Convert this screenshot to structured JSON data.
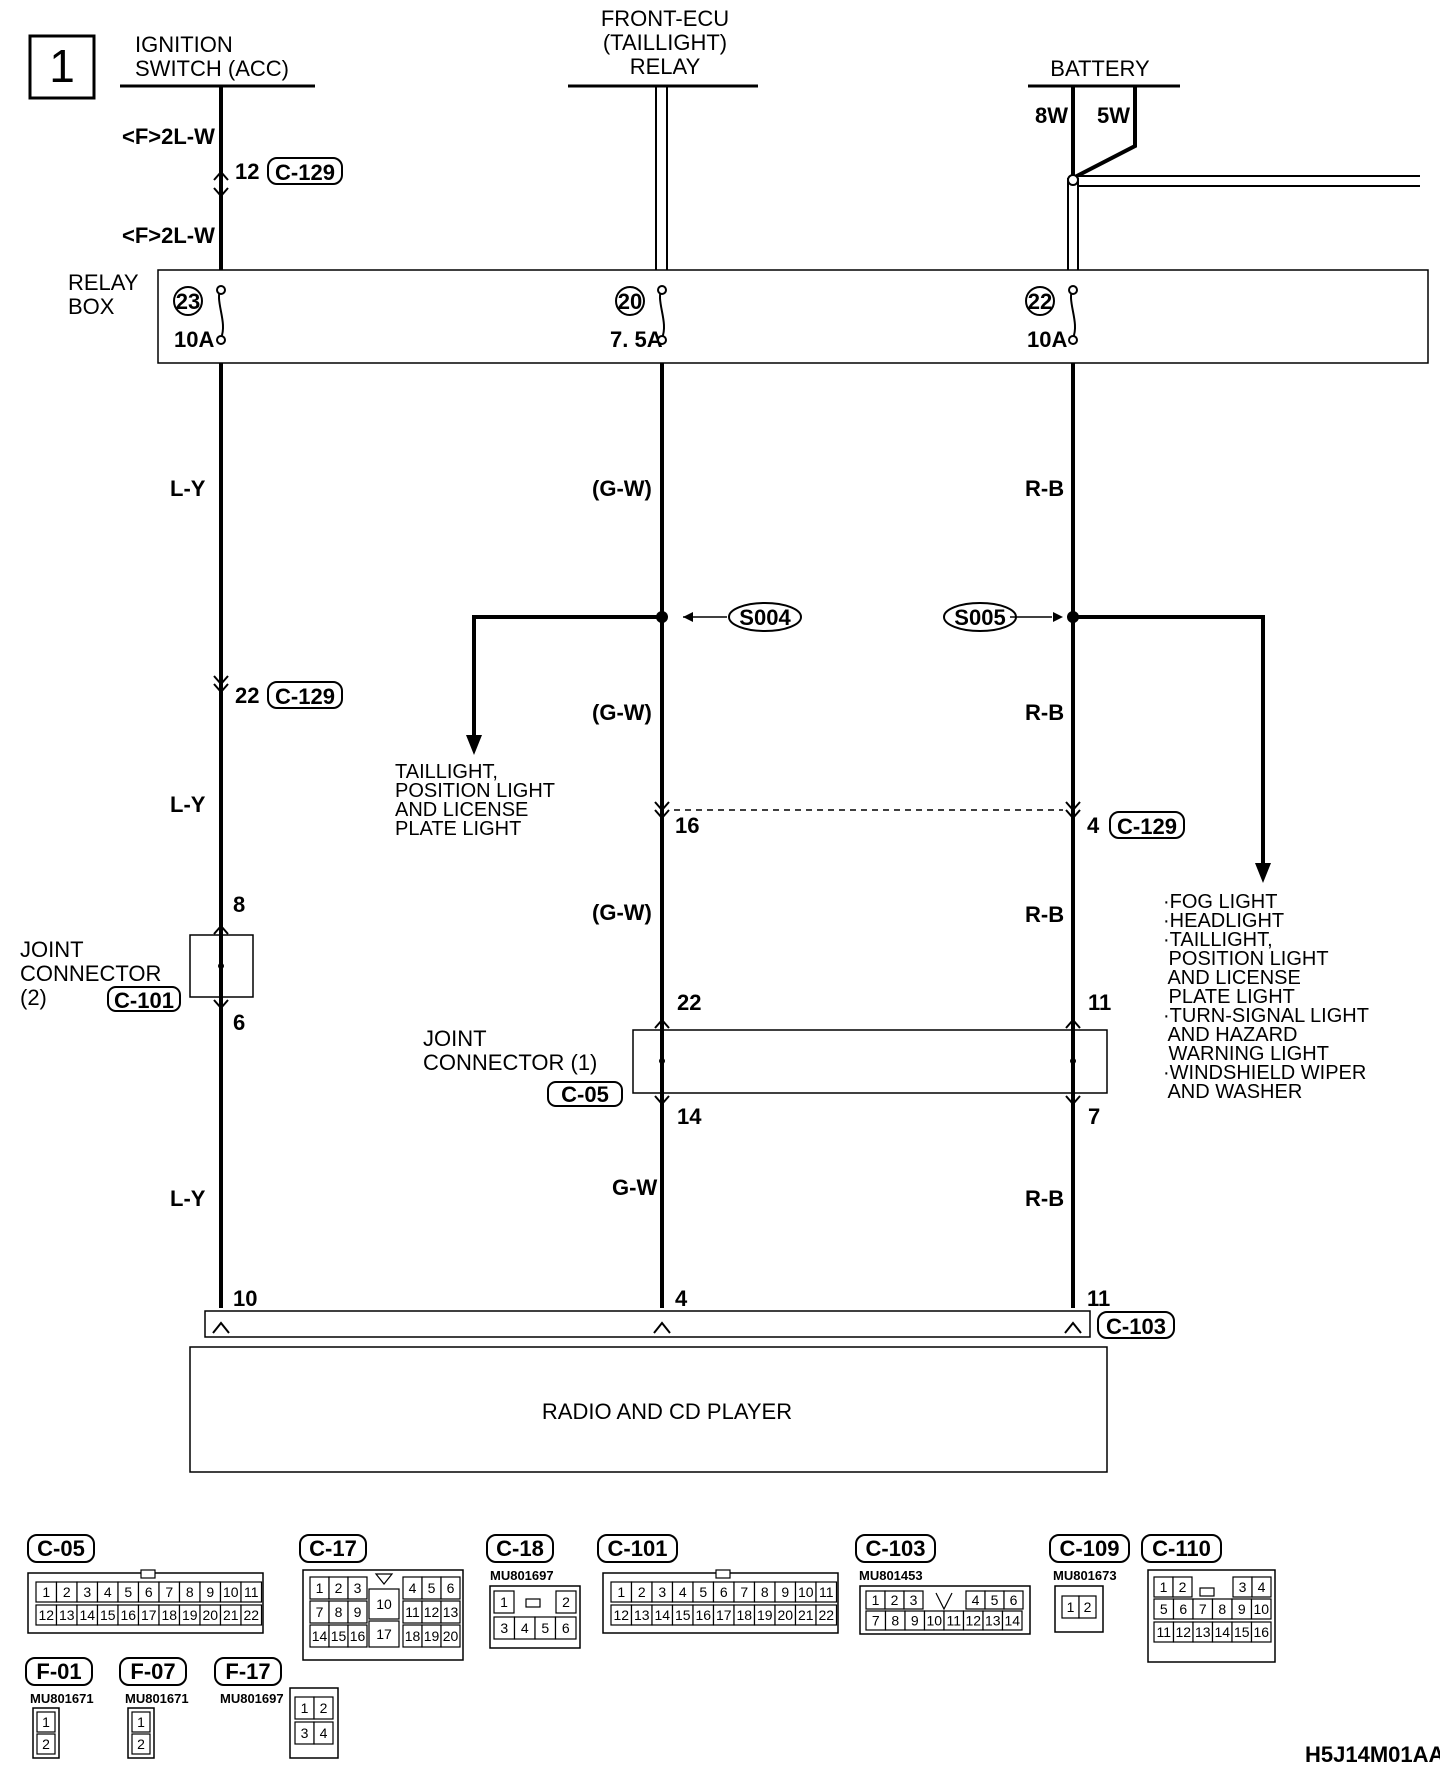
{
  "page_number": "1",
  "sources": {
    "ignition": [
      "IGNITION",
      "SWITCH (ACC)"
    ],
    "relay": [
      "FRONT-ECU",
      "(TAILLIGHT)",
      "RELAY"
    ],
    "battery": "BATTERY",
    "battery_wires": [
      "8W",
      "5W"
    ]
  },
  "wire_codes": {
    "ign_top1": "<F>2L-W",
    "ign_top2": "<F>2L-W",
    "ly_1": "L-Y",
    "ly_2": "L-Y",
    "ly_3": "L-Y",
    "gw_1": "(G-W)",
    "gw_2": "(G-W)",
    "gw_3": "(G-W)",
    "gw_4": "G-W",
    "rb_1": "R-B",
    "rb_2": "R-B",
    "rb_3": "R-B",
    "rb_4": "R-B"
  },
  "relay_box": {
    "label": [
      "RELAY",
      "BOX"
    ],
    "fuses": [
      {
        "num": "23",
        "rating": "10A"
      },
      {
        "num": "20",
        "rating": "7. 5A"
      },
      {
        "num": "22",
        "rating": "10A"
      }
    ]
  },
  "pins": {
    "c129_top": "12",
    "c129_ly": "22",
    "c129_gw": "16",
    "c129_rb": "4",
    "jc2_top": "8",
    "jc2_bot": "6",
    "jc1_gw_top": "22",
    "jc1_rb_top": "11",
    "jc1_gw_bot": "14",
    "jc1_rb_bot": "7",
    "c103_ly": "10",
    "c103_gw": "4",
    "c103_rb": "11"
  },
  "connector_refs": {
    "c129_a": "C-129",
    "c129_b": "C-129",
    "c129_c": "C-129",
    "c101": "C-101",
    "c05": "C-05",
    "c103": "C-103"
  },
  "splices": {
    "s004": "S004",
    "s005": "S005"
  },
  "joint_connector_2": [
    "JOINT",
    "CONNECTOR",
    "(2)"
  ],
  "joint_connector_1": [
    "JOINT",
    "CONNECTOR (1)"
  ],
  "taillight_branch": [
    "TAILLIGHT,",
    "POSITION LIGHT",
    "AND LICENSE",
    "PLATE LIGHT"
  ],
  "battery_branch": [
    "·FOG LIGHT",
    "·HEADLIGHT",
    "·TAILLIGHT,",
    " POSITION LIGHT",
    " AND LICENSE",
    " PLATE LIGHT",
    "·TURN-SIGNAL LIGHT",
    " AND HAZARD",
    " WARNING LIGHT",
    "·WINDSHIELD WIPER",
    " AND WASHER"
  ],
  "load": "RADIO AND CD PLAYER",
  "legend": {
    "c05": {
      "name": "C-05",
      "row1": [
        "1",
        "2",
        "3",
        "4",
        "5",
        "6",
        "7",
        "8",
        "9",
        "10",
        "11"
      ],
      "row2": [
        "12",
        "13",
        "14",
        "15",
        "16",
        "17",
        "18",
        "19",
        "20",
        "21",
        "22"
      ]
    },
    "c17": {
      "name": "C-17",
      "row1a": [
        "1",
        "2",
        "3"
      ],
      "mid": "10",
      "row1b": [
        "4",
        "5",
        "6"
      ],
      "row2a": [
        "7",
        "8",
        "9"
      ],
      "row2b": [
        "11",
        "12",
        "13"
      ],
      "row3a": [
        "14",
        "15",
        "16"
      ],
      "mid2": "17",
      "row3b": [
        "18",
        "19",
        "20"
      ]
    },
    "c18": {
      "name": "C-18",
      "part": "MU801697",
      "row1": [
        "1",
        "2"
      ],
      "row2": [
        "3",
        "4",
        "5",
        "6"
      ]
    },
    "c101": {
      "name": "C-101",
      "row1": [
        "1",
        "2",
        "3",
        "4",
        "5",
        "6",
        "7",
        "8",
        "9",
        "10",
        "11"
      ],
      "row2": [
        "12",
        "13",
        "14",
        "15",
        "16",
        "17",
        "18",
        "19",
        "20",
        "21",
        "22"
      ]
    },
    "c103": {
      "name": "C-103",
      "part": "MU801453",
      "row1a": [
        "1",
        "2",
        "3"
      ],
      "row1b": [
        "4",
        "5",
        "6"
      ],
      "row2": [
        "7",
        "8",
        "9",
        "10",
        "11",
        "12",
        "13",
        "14"
      ]
    },
    "c109": {
      "name": "C-109",
      "part": "MU801673",
      "row1": [
        "1",
        "2"
      ]
    },
    "c110": {
      "name": "C-110",
      "row1a": [
        "1",
        "2"
      ],
      "row1b": [
        "3",
        "4"
      ],
      "row2": [
        "5",
        "6",
        "7",
        "8",
        "9",
        "10"
      ],
      "row3": [
        "11",
        "12",
        "13",
        "14",
        "15",
        "16"
      ]
    },
    "f01": {
      "name": "F-01",
      "part": "MU801671",
      "cells": [
        "1",
        "2"
      ]
    },
    "f07": {
      "name": "F-07",
      "part": "MU801671",
      "cells": [
        "1",
        "2"
      ]
    },
    "f17": {
      "name": "F-17",
      "part": "MU801697",
      "row1": [
        "1",
        "2"
      ],
      "row2": [
        "3",
        "4"
      ]
    }
  },
  "figure_code": "H5J14M01AA"
}
